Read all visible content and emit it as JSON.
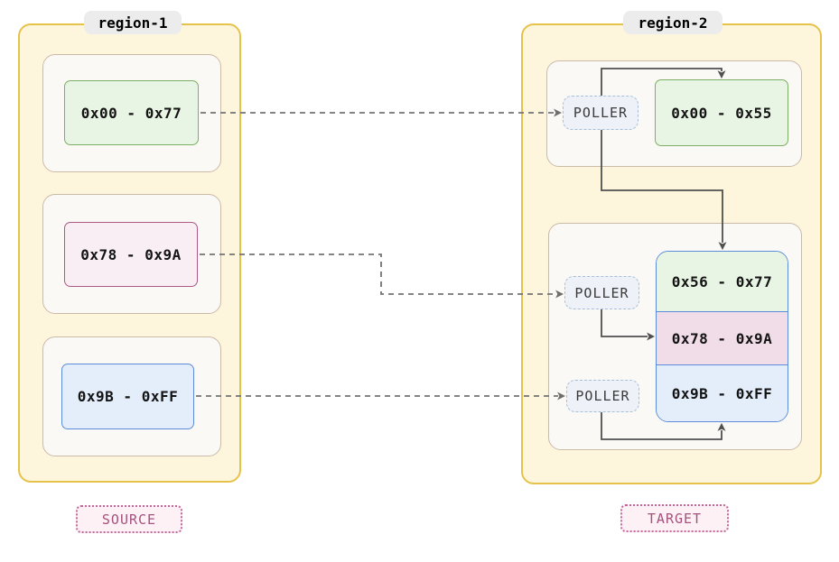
{
  "source_region": {
    "title": "region-1",
    "role_label": "SOURCE",
    "blocks": [
      {
        "label": "0x00 - 0x77",
        "color": "#7cae63"
      },
      {
        "label": "0x78 - 0x9A",
        "color": "#ab5a86"
      },
      {
        "label": "0x9B - 0xFF",
        "color": "#5c8bd9"
      }
    ]
  },
  "target_region": {
    "title": "region-2",
    "role_label": "TARGET",
    "pollers": [
      {
        "label": "POLLER"
      },
      {
        "label": "POLLER"
      },
      {
        "label": "POLLER"
      }
    ],
    "top_block": {
      "label": "0x00 - 0x55",
      "color": "#7cae63"
    },
    "stacked_blocks": [
      {
        "label": "0x56 - 0x77",
        "color": "#7cae63"
      },
      {
        "label": "0x78 - 0x9A",
        "color": "#ab5a86"
      },
      {
        "label": "0x9B - 0xFF",
        "color": "#5c8bd9"
      }
    ]
  },
  "connections": [
    {
      "from": "region-1 0x00 - 0x77",
      "to": "poller-1",
      "style": "dashed"
    },
    {
      "from": "region-1 0x78 - 0x9A",
      "to": "poller-2",
      "style": "dashed"
    },
    {
      "from": "region-1 0x9B - 0xFF",
      "to": "poller-3",
      "style": "dashed"
    },
    {
      "from": "poller-1",
      "to": "region-2 0x00 - 0x55",
      "style": "solid"
    },
    {
      "from": "poller-1",
      "to": "region-2 stacked block top",
      "style": "solid"
    },
    {
      "from": "poller-2",
      "to": "region-2 0x78 - 0x9A",
      "style": "solid"
    },
    {
      "from": "poller-3",
      "to": "region-2 0x9B - 0xFF",
      "style": "solid"
    }
  ],
  "colors": {
    "region_fill": "#fdf6dd",
    "region_border": "#e5c34a",
    "container_fill": "#faf9f6",
    "container_border": "#ccbaa9",
    "green_fill": "#e9f5e4",
    "green_border": "#7cae63",
    "pink_fill": "#f9eef4",
    "pink_border": "#ab5a86",
    "blue_fill": "#e4eefb",
    "blue_border": "#5c8bd9",
    "poller_fill": "#eef2f8",
    "poller_border": "#a5bfd9",
    "role_fill": "#fdf1f6",
    "role_border": "#c4679a",
    "role_text": "#a3537d",
    "dashed_edge": "#737373",
    "solid_edge": "#4f4f4f"
  }
}
